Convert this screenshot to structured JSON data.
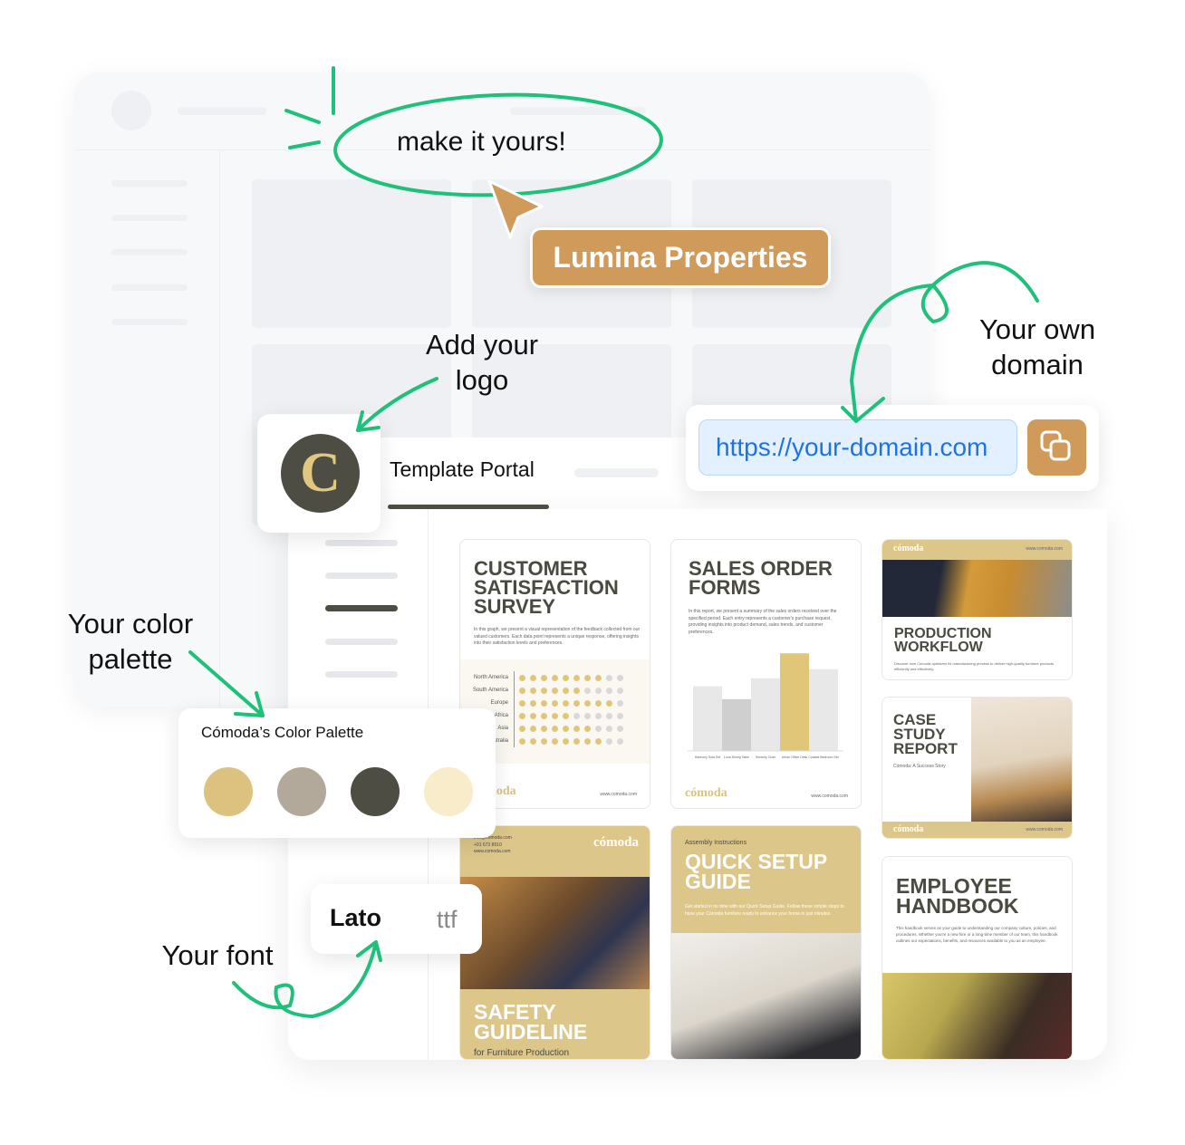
{
  "annotations": {
    "make_it_yours": "make it yours!",
    "add_logo": "Add your logo",
    "own_domain": "Your own domain",
    "color_palette": "Your color palette",
    "font": "Your font"
  },
  "brand_badge": "Lumina Properties",
  "portal": {
    "title": "Template Portal",
    "logo_letter": "C"
  },
  "domain": {
    "url": "https://your-domain.com",
    "copy_icon": "copy-icon"
  },
  "palette": {
    "title": "Cómoda’s Color Palette",
    "colors": [
      "#dcc27e",
      "#b3a99a",
      "#4e4d43",
      "#f9eccb"
    ]
  },
  "font": {
    "name": "Lato",
    "format": "ttf"
  },
  "colors": {
    "accent_green": "#1ec07a",
    "brand_gold": "#d09a5a",
    "doc_gold": "#dcc68a",
    "text_dark": "#4a4a40"
  },
  "templates": [
    {
      "title": "CUSTOMER SATISFACTION SURVEY",
      "body": "In this graph, we present a visual representation of the feedback collected from our valued customers. Each data point represents a unique response, offering insights into their satisfaction levels and preferences.",
      "brand": "cómoda",
      "url": "www.comoda.com",
      "chart_data": {
        "type": "dot-matrix",
        "categories": [
          "North America",
          "South America",
          "Europe",
          "Africa",
          "Asia",
          "Australia"
        ],
        "values": [
          8,
          6,
          9,
          5,
          7,
          8
        ],
        "max": 10
      }
    },
    {
      "title": "SALES ORDER FORMS",
      "body": "In this report, we present a summary of the sales orders received over the specified period. Each entry represents a customer's purchase request, providing insights into product demand, sales trends, and customer preferences.",
      "brand": "cómoda",
      "url": "www.comoda.com",
      "chart_data": {
        "type": "bar",
        "categories": [
          "Harmony Sofa Set",
          "Luna Dining Table",
          "Serenity Chair",
          "Urban Office Desk",
          "Coastal Bedroom Set"
        ],
        "values": [
          65,
          52,
          73,
          98,
          82
        ],
        "highlight": 3
      }
    },
    {
      "title": "PRODUCTION WORKFLOW",
      "body": "Discover how Cómoda optimizes its manufacturing process to deliver high-quality furniture products efficiently and effectively.",
      "brand": "cómoda",
      "url": "www.comoda.com"
    },
    {
      "title": "CASE STUDY REPORT",
      "subtitle": "Cómoda: A Success Story",
      "brand": "cómoda",
      "url": "www.comoda.com"
    },
    {
      "title": "SAFETY GUIDELINE",
      "subtitle": "for Furniture Production",
      "contact": [
        "info@comoda.com",
        "+01 673 8910",
        "www.comoda.com"
      ],
      "brand": "cómoda"
    },
    {
      "kicker": "Assembly Instructions",
      "title": "QUICK SETUP GUIDE",
      "body": "Get started in no time with our Quick Setup Guide. Follow these simple steps to have your Cómoda furniture ready to enhance your home in just minutes."
    },
    {
      "title": "EMPLOYEE HANDBOOK",
      "body": "This handbook serves as your guide to understanding our company culture, policies, and procedures. Whether you're a new hire or a long-time member of our team, this handbook outlines our expectations, benefits, and resources available to you as an employee."
    }
  ]
}
